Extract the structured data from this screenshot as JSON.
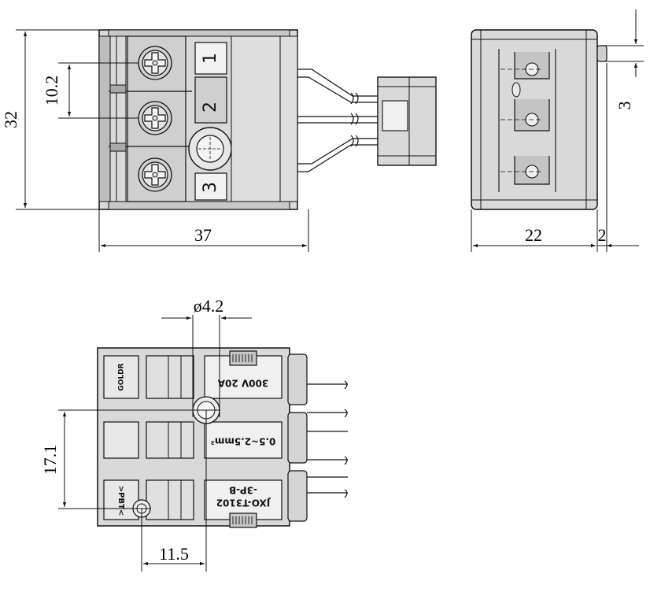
{
  "dimensions": {
    "height": "32",
    "terminal_pitch": "10.2",
    "length": "37",
    "depth": "22",
    "pin_extension": "2",
    "pin_offset": "3",
    "hole_diameter": "ø4.2",
    "hole_vertical_offset": "17.1",
    "hole_horizontal_offset": "11.5"
  },
  "terminal_numbers": [
    "1",
    "2",
    "3"
  ],
  "bottom_labels": {
    "logo": "GOLDR",
    "rating": "300V 20A",
    "wire_range": "0.5~2.5mm²",
    "model": "JXO-T3102",
    "model_suffix": "-3P-B",
    "material": ">PBT<"
  },
  "colors": {
    "line": "#111111",
    "fill": "#d9d9d9",
    "dark": "#9a9a9a",
    "background": "#ffffff"
  }
}
